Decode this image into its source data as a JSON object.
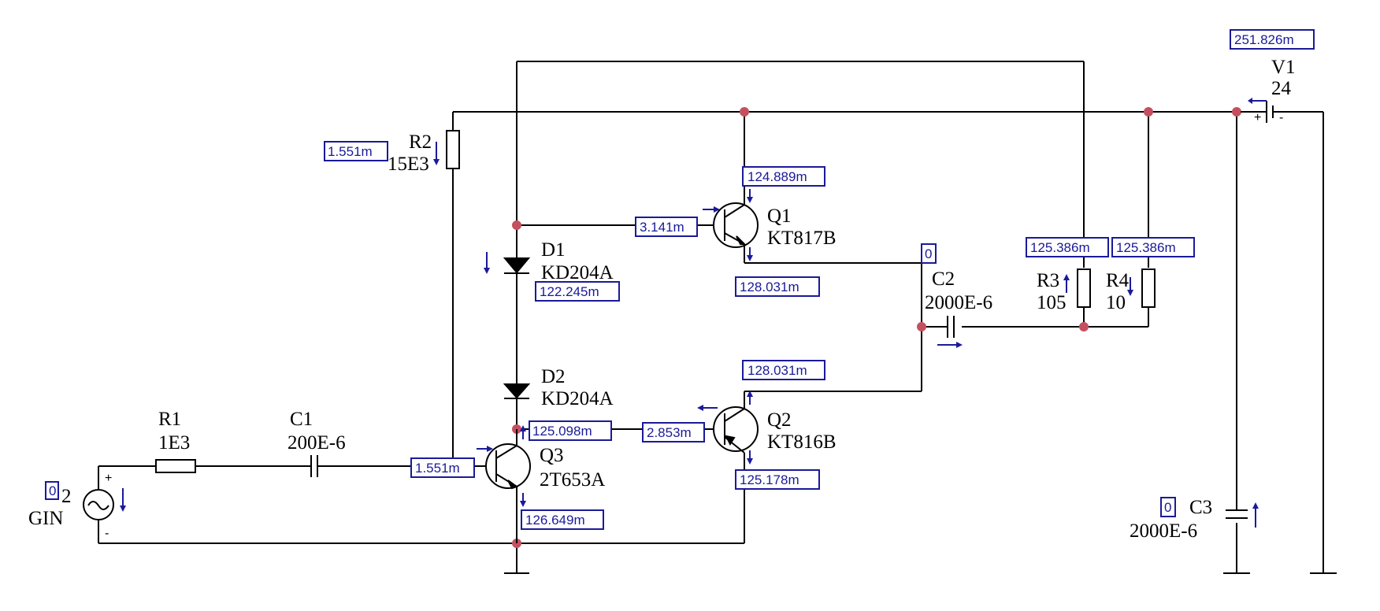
{
  "components": {
    "r1": {
      "name": "R1",
      "value": "1E3"
    },
    "r2": {
      "name": "R2",
      "value": "15E3"
    },
    "r3": {
      "name": "R3",
      "value": "105"
    },
    "r4": {
      "name": "R4",
      "value": "10"
    },
    "c1": {
      "name": "C1",
      "value": "200E-6"
    },
    "c2": {
      "name": "C2",
      "value": "2000E-6"
    },
    "c3": {
      "name": "C3",
      "value": "2000E-6"
    },
    "d1": {
      "name": "D1",
      "value": "KD204A"
    },
    "d2": {
      "name": "D2",
      "value": "KD204A"
    },
    "q1": {
      "name": "Q1",
      "value": "KT817B"
    },
    "q2": {
      "name": "Q2",
      "value": "KT816B"
    },
    "q3": {
      "name": "Q3",
      "value": "2T653A"
    },
    "v1": {
      "name": "V1",
      "value": "24"
    },
    "gen": {
      "name": "2",
      "value": "GIN"
    }
  },
  "meters": {
    "v1_current": "251.826m",
    "r2_current": "1.551m",
    "q1_collector": "124.889m",
    "q1_base": "3.141m",
    "q1_emitter": "128.031m",
    "d1_current": "122.245m",
    "c2_voltage": "0",
    "r3_current": "125.386m",
    "r4_current": "125.386m",
    "q2_collector": "128.031m",
    "q2_base": "2.853m",
    "q2_emitter": "125.178m",
    "q3_collector": "125.098m",
    "q3_base": "1.551m",
    "q3_emitter": "126.649m",
    "gen_current": "0",
    "c3_current": "0"
  },
  "colors": {
    "wire": "#000000",
    "node": "#c4505f",
    "meter": "#1a1a99"
  }
}
